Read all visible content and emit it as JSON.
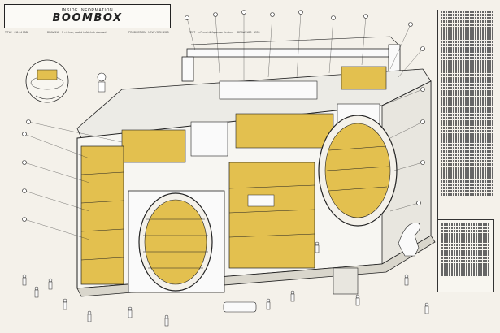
{
  "header": {
    "kicker": "INSIDE INFORMATION",
    "title": "BOOMBOX"
  },
  "meta": {
    "line1": "TITLE · 011 04 0082",
    "line2": "DRAWING · 5 × 8 Inch, scaled in A/A Inch standard",
    "line3": "PRODUCTION · NEW YORK 1983",
    "line4": "TEXT · In French & Japanese Version",
    "line5": "DRAWINGS · 1993"
  },
  "colors": {
    "accent_yellow": "#e3c04f",
    "ink": "#222222",
    "paper": "#f4f1ea"
  }
}
